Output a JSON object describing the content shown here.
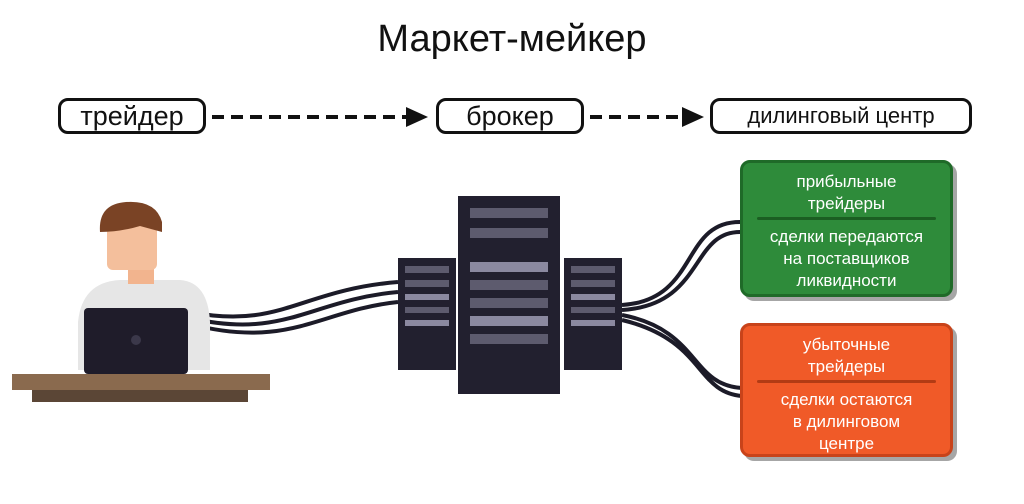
{
  "title": "Маркет-мейкер",
  "flow": {
    "trader": "трейдер",
    "broker": "брокер",
    "dealing_center": "дилинговый центр"
  },
  "profitable": {
    "head_lines": [
      "прибыльные",
      "трейдеры"
    ],
    "body_lines": [
      "сделки передаются",
      "на поставщиков",
      "ликвидности"
    ],
    "color": "#2e8b3a"
  },
  "losing": {
    "head_lines": [
      "убыточные",
      "трейдеры"
    ],
    "body_lines": [
      "сделки остаются",
      "в дилинговом",
      "центре"
    ],
    "color": "#f05a28"
  }
}
